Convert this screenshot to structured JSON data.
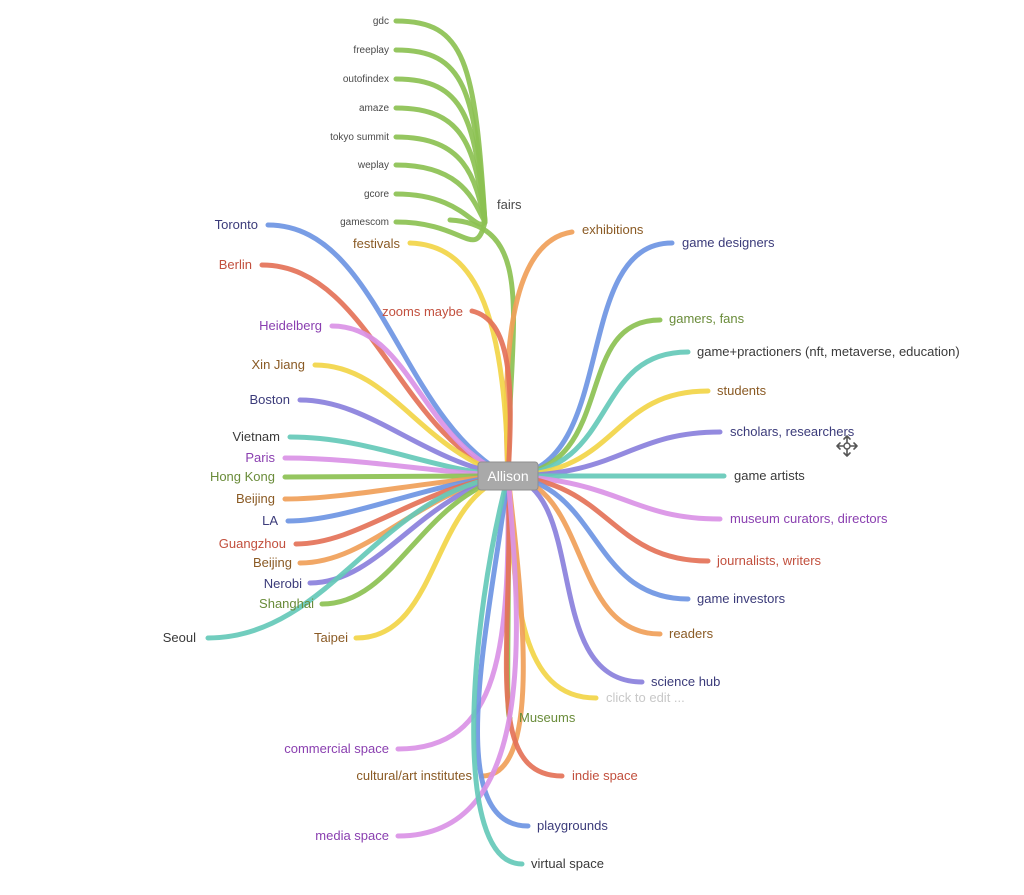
{
  "root": {
    "label": "Allison"
  },
  "colors": {
    "green": "#8cc152",
    "orange": "#f0a059",
    "yellow": "#f2d548",
    "blue": "#6e95e3",
    "red": "#e47258",
    "pink": "#da92e6",
    "teal": "#65c9b8",
    "purple": "#8a80dc",
    "olive": "#6a8c3a",
    "crimson": "#c2503e",
    "navy": "#3b3b7a",
    "violet": "#8a3fb0",
    "brown": "#8a5a24",
    "slate": "#3a3a3a",
    "gray": "#4a4a4a",
    "hint": "#c8c8c8"
  },
  "branches": [
    {
      "id": "fairs",
      "label": "fairs",
      "color": "green",
      "text_color": "gray"
    },
    {
      "id": "exhibitions",
      "label": "exhibitions",
      "color": "orange",
      "text_color": "brown"
    },
    {
      "id": "festivals",
      "label": "festivals",
      "color": "yellow",
      "text_color": "brown"
    },
    {
      "id": "zooms",
      "label": "zooms maybe",
      "color": "red",
      "text_color": "crimson"
    },
    {
      "id": "toronto",
      "label": "Toronto",
      "color": "blue",
      "text_color": "navy"
    },
    {
      "id": "berlin",
      "label": "Berlin",
      "color": "red",
      "text_color": "crimson"
    },
    {
      "id": "heidelberg",
      "label": "Heidelberg",
      "color": "pink",
      "text_color": "violet"
    },
    {
      "id": "xinjiang",
      "label": "Xin Jiang",
      "color": "yellow",
      "text_color": "brown"
    },
    {
      "id": "boston",
      "label": "Boston",
      "color": "purple",
      "text_color": "navy"
    },
    {
      "id": "vietnam",
      "label": "Vietnam",
      "color": "teal",
      "text_color": "slate"
    },
    {
      "id": "paris",
      "label": "Paris",
      "color": "pink",
      "text_color": "violet"
    },
    {
      "id": "hongkong",
      "label": "Hong Kong",
      "color": "green",
      "text_color": "olive"
    },
    {
      "id": "beijing1",
      "label": "Beijing",
      "color": "orange",
      "text_color": "brown"
    },
    {
      "id": "la",
      "label": "LA",
      "color": "blue",
      "text_color": "navy"
    },
    {
      "id": "guangzhou",
      "label": "Guangzhou",
      "color": "red",
      "text_color": "crimson"
    },
    {
      "id": "beijing2",
      "label": "Beijing",
      "color": "orange",
      "text_color": "brown"
    },
    {
      "id": "nerobi",
      "label": "Nerobi",
      "color": "purple",
      "text_color": "navy"
    },
    {
      "id": "shanghai",
      "label": "Shanghai",
      "color": "green",
      "text_color": "olive"
    },
    {
      "id": "seoul",
      "label": "Seoul",
      "color": "teal",
      "text_color": "slate"
    },
    {
      "id": "taipei",
      "label": "Taipei",
      "color": "yellow",
      "text_color": "brown"
    },
    {
      "id": "game_designers",
      "label": "game designers",
      "color": "blue",
      "text_color": "navy"
    },
    {
      "id": "gamers_fans",
      "label": "gamers, fans",
      "color": "green",
      "text_color": "olive"
    },
    {
      "id": "game_practioners",
      "label": "game+practioners (nft, metaverse, education)",
      "color": "teal",
      "text_color": "slate"
    },
    {
      "id": "students",
      "label": "students",
      "color": "yellow",
      "text_color": "brown"
    },
    {
      "id": "scholars",
      "label": "scholars, researchers",
      "color": "purple",
      "text_color": "navy"
    },
    {
      "id": "game_artists",
      "label": "game artists",
      "color": "teal",
      "text_color": "slate"
    },
    {
      "id": "museum_curators",
      "label": "museum curators, directors",
      "color": "pink",
      "text_color": "violet"
    },
    {
      "id": "journalists",
      "label": "journalists, writers",
      "color": "red",
      "text_color": "crimson"
    },
    {
      "id": "game_investors",
      "label": "game investors",
      "color": "blue",
      "text_color": "navy"
    },
    {
      "id": "readers",
      "label": "readers",
      "color": "orange",
      "text_color": "brown"
    },
    {
      "id": "science_hub",
      "label": "science hub",
      "color": "purple",
      "text_color": "navy"
    },
    {
      "id": "click_to_edit",
      "label": "click to edit ...",
      "color": "yellow",
      "text_color": "hint"
    },
    {
      "id": "museums",
      "label": "Museums",
      "color": "green",
      "text_color": "olive"
    },
    {
      "id": "commercial_space",
      "label": "commercial space",
      "color": "pink",
      "text_color": "violet"
    },
    {
      "id": "cultural",
      "label": "cultural/art institutes",
      "color": "orange",
      "text_color": "brown"
    },
    {
      "id": "indie_space",
      "label": "indie space",
      "color": "red",
      "text_color": "crimson"
    },
    {
      "id": "playgrounds",
      "label": "playgrounds",
      "color": "blue",
      "text_color": "navy"
    },
    {
      "id": "media_space",
      "label": "media space",
      "color": "pink",
      "text_color": "violet"
    },
    {
      "id": "virtual_space",
      "label": "virtual space",
      "color": "teal",
      "text_color": "slate"
    }
  ],
  "fair_children": [
    {
      "id": "gdc",
      "label": "gdc"
    },
    {
      "id": "freeplay",
      "label": "freeplay"
    },
    {
      "id": "outofindex",
      "label": "outofindex"
    },
    {
      "id": "amaze",
      "label": "amaze"
    },
    {
      "id": "tokyo_summit",
      "label": "tokyo summit"
    },
    {
      "id": "weplay",
      "label": "weplay"
    },
    {
      "id": "gcore",
      "label": "gcore"
    },
    {
      "id": "gamescom",
      "label": "gamescom"
    }
  ],
  "cursor": {
    "icon": "move-cursor-icon"
  }
}
